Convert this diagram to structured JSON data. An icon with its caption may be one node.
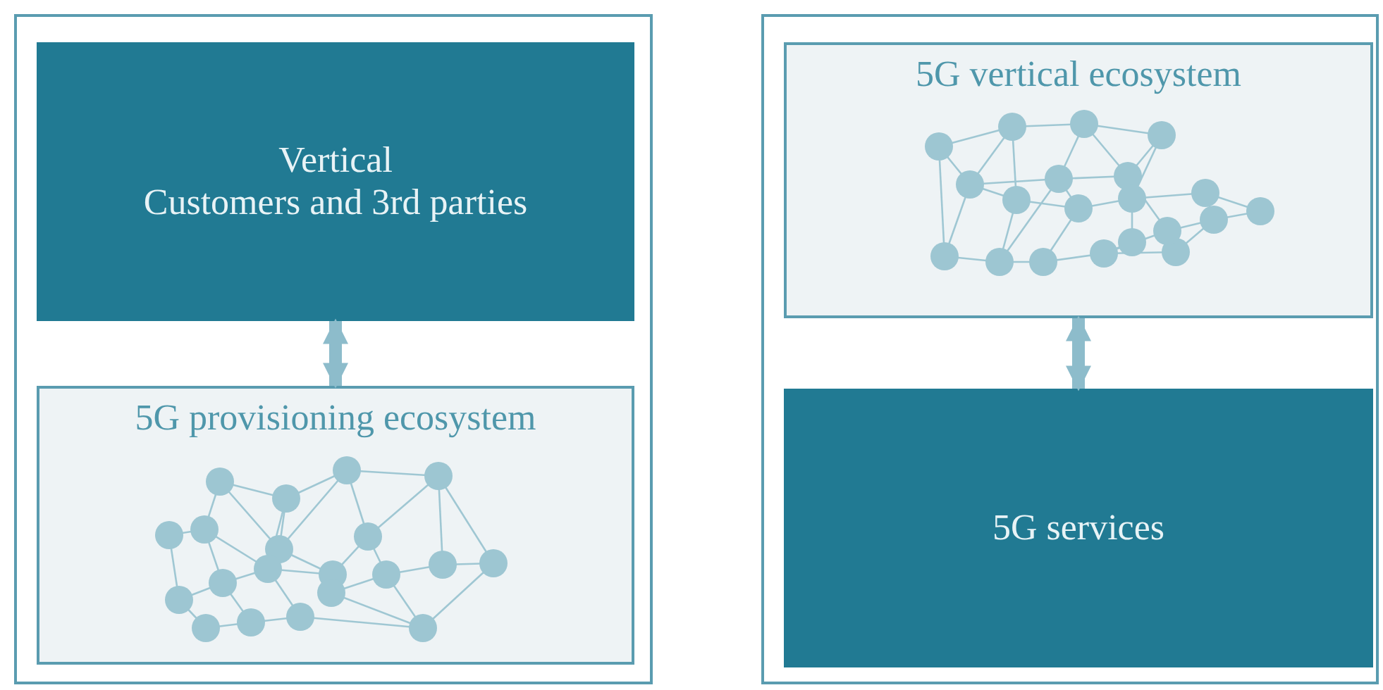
{
  "diagram": {
    "nodes": [
      {
        "text": [],
        "shape": "box"
      },
      {
        "text": [
          "Vertical",
          "Customers and 3rd parties"
        ],
        "in": 0
      },
      {
        "text": [
          "5G provisioning ecosystem"
        ],
        "in": 0
      },
      {
        "text": [],
        "shape": "box"
      },
      {
        "text": [
          "5G vertical ecosystem"
        ],
        "in": 3
      },
      {
        "text": [
          "5G services"
        ],
        "in": 3
      }
    ],
    "edges": [
      {
        "from": 1,
        "to": 2,
        "arrow": "both"
      },
      {
        "from": 4,
        "to": 5,
        "arrow": "both"
      }
    ]
  }
}
